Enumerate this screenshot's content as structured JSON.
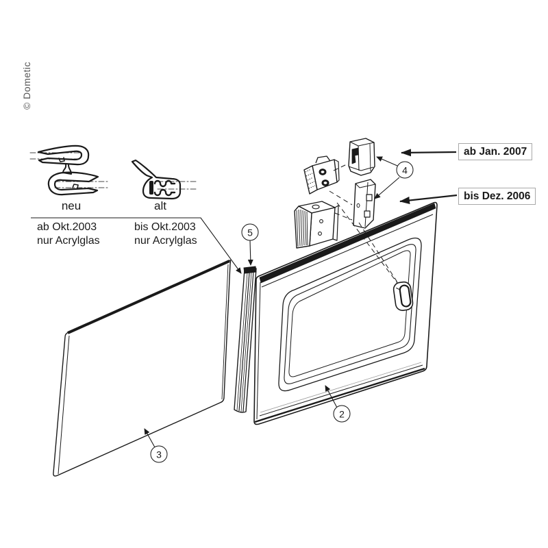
{
  "watermark": "© Dometic",
  "seals": {
    "new": {
      "label": "neu",
      "note_line1": "ab Okt.2003",
      "note_line2": "nur Acrylglas"
    },
    "old": {
      "label": "alt",
      "note_line1": "bis Okt.2003",
      "note_line2": "nur Acrylglas"
    }
  },
  "badges": {
    "new": "ab Jan. 2007",
    "old": "bis Dez. 2006"
  },
  "callouts": {
    "frame": "2",
    "pane": "3",
    "latch_set": "4",
    "seal_strip": "5"
  },
  "colors": {
    "line": "#1a1a1a",
    "background": "#ffffff",
    "box_border": "#a8a8a8",
    "watermark": "#555555"
  }
}
